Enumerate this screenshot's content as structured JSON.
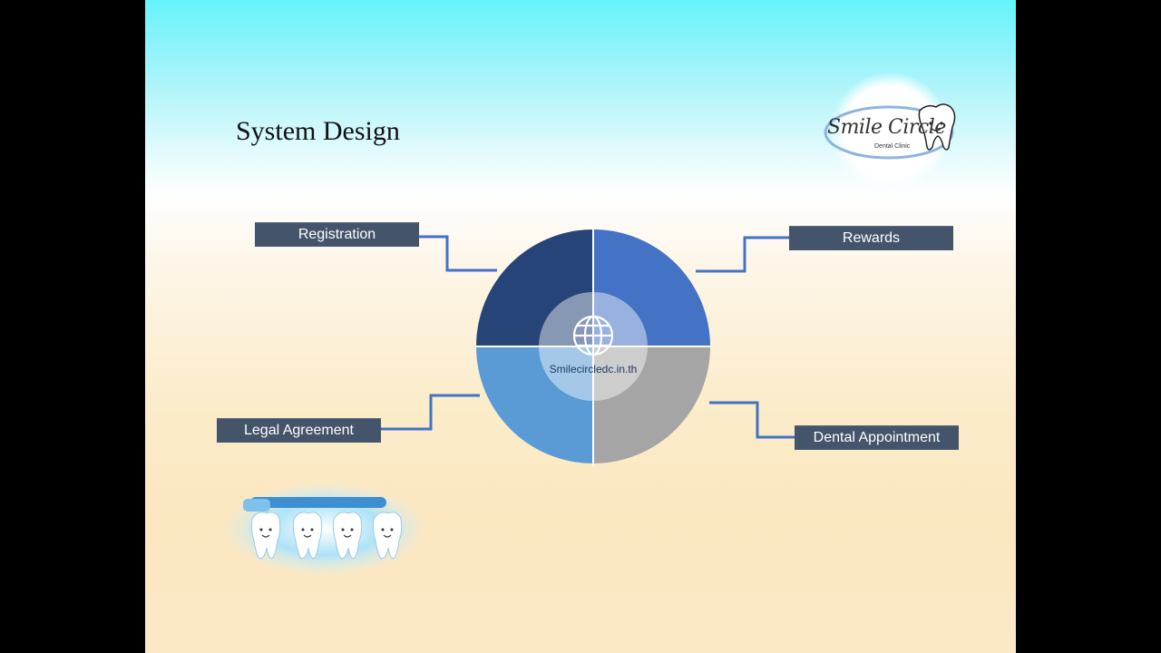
{
  "slide": {
    "title": "System Design",
    "logo": {
      "brand_text": "Smile Circle",
      "sub_text": "Dental Clinic",
      "icon": "tooth-icon"
    }
  },
  "diagram": {
    "center_label": "Smilecircledc.in.th",
    "center_icon": "globe-icon",
    "nodes": [
      {
        "id": "registration",
        "label": "Registration",
        "color": "#264478"
      },
      {
        "id": "rewards",
        "label": "Rewards",
        "color": "#4472c4"
      },
      {
        "id": "legal-agreement",
        "label": "Legal Agreement",
        "color": "#5b9bd5"
      },
      {
        "id": "dental-appointment",
        "label": "Dental Appointment",
        "color": "#a5a5a5"
      }
    ],
    "label_box_color": "#44546a",
    "connector_color": "#4472c4"
  },
  "decoration": {
    "illustration": "teeth-with-toothbrush-icon"
  }
}
